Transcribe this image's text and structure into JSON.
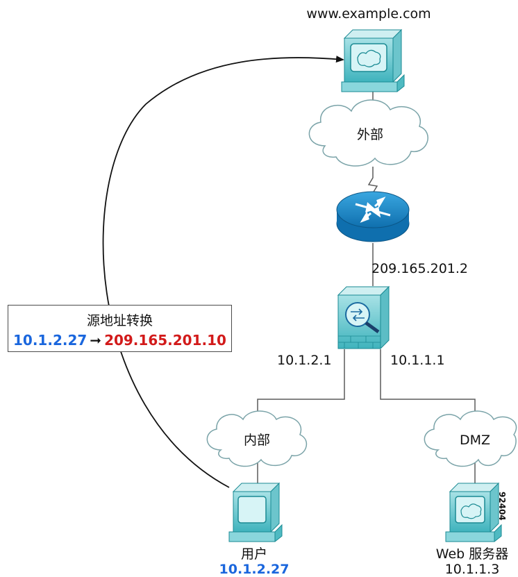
{
  "labels": {
    "internet_host": "www.example.com",
    "outside_cloud": "外部",
    "router_ip": "209.165.201.2",
    "inside_if_ip": "10.1.2.1",
    "dmz_if_ip": "10.1.1.1",
    "inside_cloud": "内部",
    "dmz_cloud": "DMZ",
    "user_label": "用户",
    "user_ip": "10.1.2.27",
    "web_server_label": "Web 服务器",
    "web_server_ip": "10.1.1.3",
    "figure_id": "92404"
  },
  "nat_box": {
    "title": "源地址转换",
    "original_ip": "10.1.2.27",
    "translated_ip": "209.165.201.10"
  },
  "colors": {
    "original_ip": "#1a66dd",
    "translated_ip": "#d21a1a",
    "device_teal": "#7fd0d6",
    "device_dark": "#1a8a93",
    "router_blue": "#1c8fd0",
    "line": "#5a5a5a"
  }
}
